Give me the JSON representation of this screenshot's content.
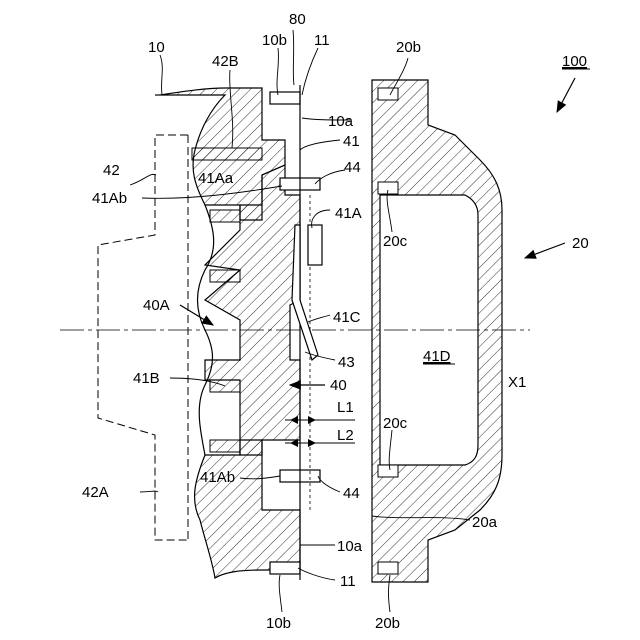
{
  "labels": {
    "l100": "100",
    "l10": "10",
    "l42B": "42B",
    "l10b_top": "10b",
    "l80": "80",
    "l11_top": "11",
    "l20b_top": "20b",
    "l10a_top": "10a",
    "l41": "41",
    "l42": "42",
    "l41Aa": "41Aa",
    "l44_top": "44",
    "l41Ab_top": "41Ab",
    "l41A": "41A",
    "l20c_top": "20c",
    "l20": "20",
    "l40A": "40A",
    "l41C": "41C",
    "l41D": "41D",
    "l41B": "41B",
    "l43": "43",
    "lX1": "X1",
    "l40": "40",
    "lL1": "L1",
    "lL2": "L2",
    "l20c_bot": "20c",
    "l42A": "42A",
    "l41Ab_bot": "41Ab",
    "l44_bot": "44",
    "l20a": "20a",
    "l10a_bot": "10a",
    "l11_bot": "11",
    "l10b_bot": "10b",
    "l20b_bot": "20b"
  },
  "colors": {
    "stroke": "#000000",
    "background": "#ffffff"
  }
}
